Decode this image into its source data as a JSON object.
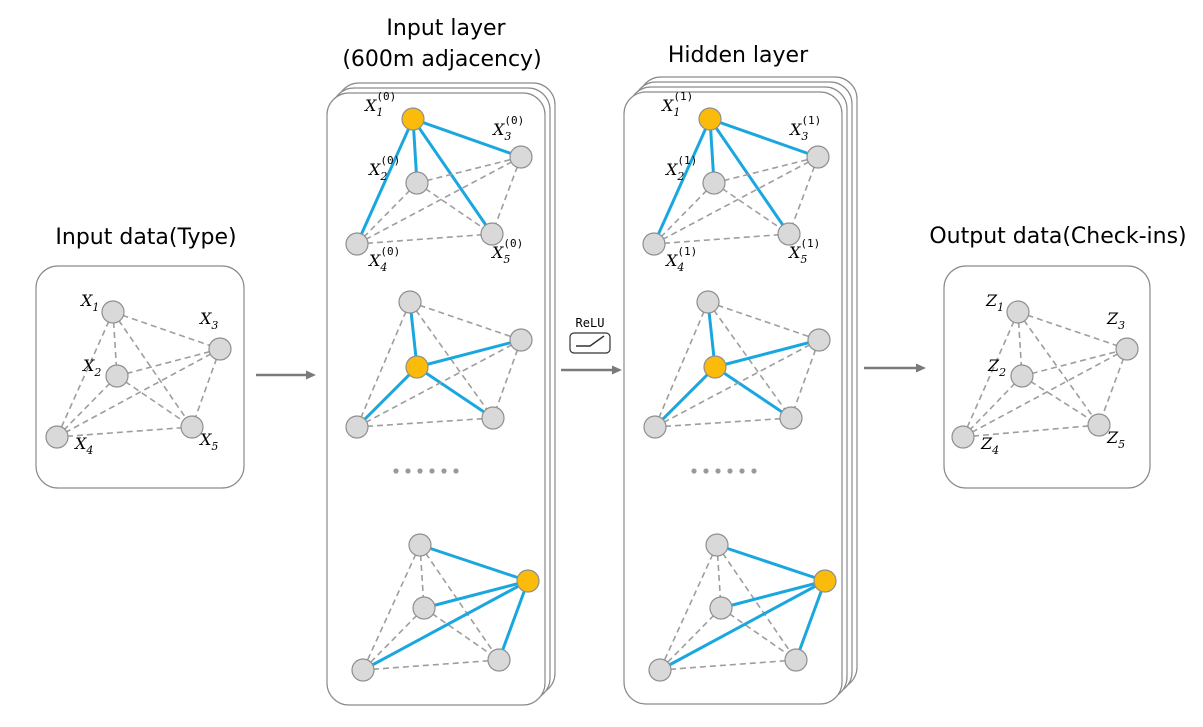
{
  "titles": {
    "input_data": "Input data(Type)",
    "input_layer": "Input layer",
    "input_layer_sub": "(600m adjacency)",
    "hidden_layer": "Hidden layer",
    "output_data": "Output data(Check-ins)"
  },
  "activation": "ReLU",
  "input_nodes": [
    {
      "base": "X",
      "sub": "1"
    },
    {
      "base": "X",
      "sub": "2"
    },
    {
      "base": "X",
      "sub": "3"
    },
    {
      "base": "X",
      "sub": "4"
    },
    {
      "base": "X",
      "sub": "5"
    }
  ],
  "input_layer_nodes": [
    {
      "base": "X",
      "sub": "1",
      "sup": "(0)"
    },
    {
      "base": "X",
      "sub": "2",
      "sup": "(0)"
    },
    {
      "base": "X",
      "sub": "3",
      "sup": "(0)"
    },
    {
      "base": "X",
      "sub": "4",
      "sup": "(0)"
    },
    {
      "base": "X",
      "sub": "5",
      "sup": "(0)"
    }
  ],
  "hidden_layer_nodes": [
    {
      "base": "X",
      "sub": "1",
      "sup": "(1)"
    },
    {
      "base": "X",
      "sub": "2",
      "sup": "(1)"
    },
    {
      "base": "X",
      "sub": "3",
      "sup": "(1)"
    },
    {
      "base": "X",
      "sub": "4",
      "sup": "(1)"
    },
    {
      "base": "X",
      "sub": "5",
      "sup": "(1)"
    }
  ],
  "output_nodes": [
    {
      "base": "Z",
      "sub": "1"
    },
    {
      "base": "Z",
      "sub": "2"
    },
    {
      "base": "Z",
      "sub": "3"
    },
    {
      "base": "Z",
      "sub": "4"
    },
    {
      "base": "Z",
      "sub": "5"
    }
  ],
  "graph_edges": [
    [
      1,
      2
    ],
    [
      1,
      3
    ],
    [
      1,
      4
    ],
    [
      1,
      5
    ],
    [
      2,
      3
    ],
    [
      2,
      4
    ],
    [
      2,
      5
    ],
    [
      3,
      4
    ],
    [
      3,
      5
    ],
    [
      4,
      5
    ]
  ],
  "subgraphs": [
    {
      "center": 1,
      "neighbors": [
        2,
        3,
        4,
        5
      ]
    },
    {
      "center": 2,
      "neighbors": [
        1,
        3,
        4,
        5
      ]
    },
    {
      "center": 3,
      "neighbors": [
        1,
        2,
        4,
        5
      ]
    }
  ],
  "colors": {
    "highlight_node": "#fbbb0b",
    "normal_node": "#d9d9d9",
    "highlight_edge": "#1aa7e0",
    "dashed_edge": "#9e9e9e",
    "border": "#8a8a8a",
    "arrow": "#7a7a7a"
  }
}
